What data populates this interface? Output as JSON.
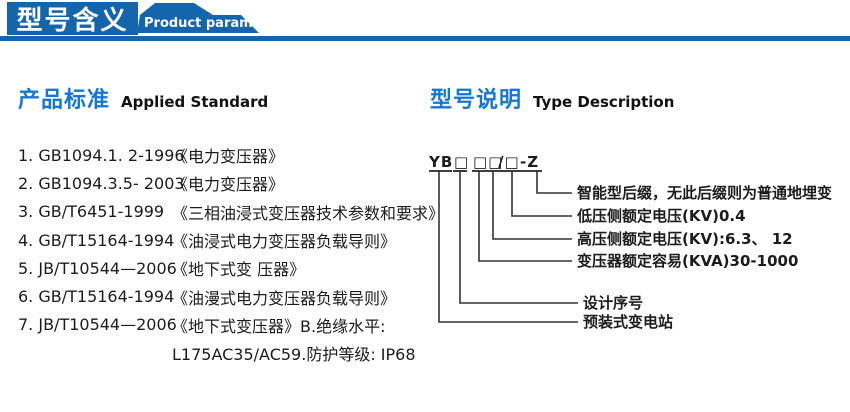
{
  "page": {
    "title_cn": "型号含义",
    "title_en": "Product parameters"
  },
  "colors": {
    "header_blue": "#1565ad",
    "accent_blue": "#1577d4",
    "text_dark": "#1c1c1c",
    "line_dark": "#333333"
  },
  "standards": {
    "heading_cn": "产品标准",
    "heading_en": "Applied Standard",
    "items": [
      {
        "code": "1. GB1094.1. 2-1996",
        "title": "《电力变压器》"
      },
      {
        "code": "2. GB1094.3.5- 2003",
        "title": "《电力变压器》"
      },
      {
        "code": "3. GB/T6451-1999",
        "title": "《三相油浸式变压器技术参数和要求》"
      },
      {
        "code": "4. GB/T15164-1994",
        "title": "《油浸式电力变压器负载导则》"
      },
      {
        "code": "5. JB/T10544—2006",
        "title": "《地下式变 压器》"
      },
      {
        "code": "6. GB/T15164-1994",
        "title": "《油漫式电力变压器负载导则》"
      },
      {
        "code": "7. JB/T10544—2006",
        "title": "《地下式变压器》B.绝缘水平:"
      },
      {
        "code": "",
        "title": "L175AC35/AC59.防护等级: IP68"
      }
    ]
  },
  "type_desc": {
    "heading_cn": "型号说明",
    "heading_en": "Type Description",
    "model_parts": [
      "YB",
      "□",
      "□□",
      "/□",
      "-Z"
    ],
    "labels": [
      "智能型后缀，无此后缀则为普通地埋变",
      "低压侧额定电压(KV)0.4",
      "高压侧额定电压(KV):6.3、 12",
      "变压器额定容易(KVA)30-1000",
      "设计序号",
      "预装式变电站"
    ]
  }
}
